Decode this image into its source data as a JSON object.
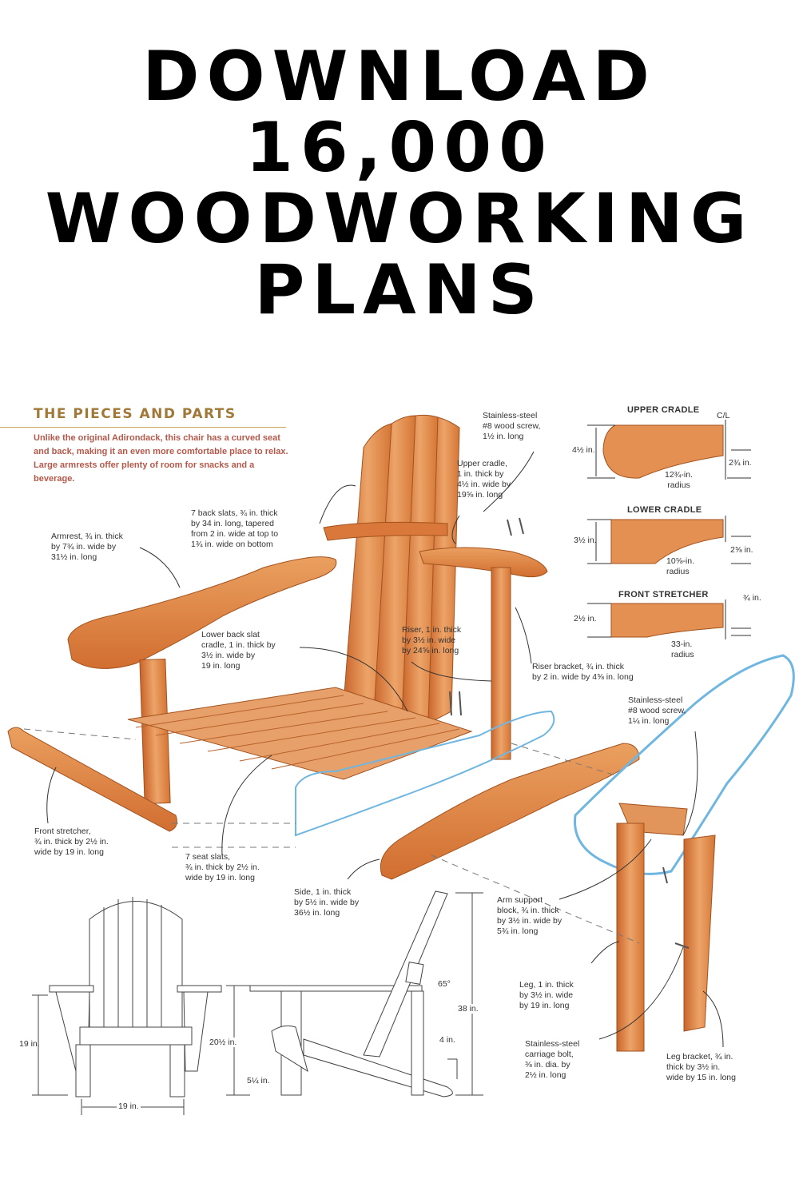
{
  "headline": {
    "lines": [
      "DOWNLOAD",
      "16,000",
      "WOODWORKING",
      "PLANS"
    ]
  },
  "plan": {
    "section_title": "THE PIECES AND PARTS",
    "intro": "Unlike the original Adirondack, this chair has a curved seat and back, making it an even more comfortable place to relax. Large armrests offer plenty of room for snacks and a beverage.",
    "colors": {
      "title": "#a07838",
      "intro_text": "#b5584a",
      "wood": "#d9783a",
      "wood_light": "#eda468",
      "blueprint": "#6fb6e0"
    },
    "callouts": {
      "screw_top": [
        "Stainless-steel",
        "#8 wood screw,",
        "1½ in. long"
      ],
      "upper_cradle": [
        "Upper cradle,",
        "1 in. thick by",
        "4½ in. wide by",
        "19⅝ in. long"
      ],
      "back_slats": [
        "7 back slats, ¾ in. thick",
        "by 34 in. long, tapered",
        "from 2 in. wide at top to",
        "1¾ in. wide on bottom"
      ],
      "armrest": [
        "Armrest, ¾ in. thick",
        "by 7¾ in. wide by",
        "31½ in. long"
      ],
      "lower_back_slat_cradle": [
        "Lower back slat",
        "cradle, 1 in. thick by",
        "3½ in. wide by",
        "19 in. long"
      ],
      "riser": [
        "Riser, 1 in. thick",
        "by 3½ in. wide",
        "by 24⅝ in. long"
      ],
      "riser_bracket": [
        "Riser bracket, ¾ in. thick",
        "by 2 in. wide by 4⅝ in. long"
      ],
      "screw_mid": [
        "Stainless-steel",
        "#8 wood screw,",
        "1¼ in. long"
      ],
      "front_stretcher": [
        "Front stretcher,",
        "¾ in. thick by 2½ in.",
        "wide by 19 in. long"
      ],
      "seat_slats": [
        "7 seat slats,",
        "¾ in. thick by 2½ in.",
        "wide by 19 in. long"
      ],
      "side": [
        "Side, 1 in. thick",
        "by 5½ in. wide by",
        "36½ in. long"
      ],
      "arm_support_block": [
        "Arm support",
        "block, ¾ in. thick",
        "by 3½ in. wide by",
        "5¾ in. long"
      ],
      "leg": [
        "Leg, 1 in. thick",
        "by 3½ in. wide",
        "by 19 in. long"
      ],
      "carriage_bolt": [
        "Stainless-steel",
        "carriage bolt,",
        "⅜ in. dia. by",
        "2½ in. long"
      ],
      "leg_bracket": [
        "Leg bracket, ¾ in.",
        "thick by 3½ in.",
        "wide by 15 in. long"
      ]
    },
    "details": {
      "upper_cradle": {
        "title": "UPPER CRADLE",
        "centerline": "C/L",
        "height": "4½ in.",
        "end_height": "2¾ in.",
        "radius": [
          "12¾-in.",
          "radius"
        ]
      },
      "lower_cradle": {
        "title": "LOWER CRADLE",
        "height": "3½ in.",
        "end_height": "2⅝ in.",
        "radius": [
          "10⅝-in.",
          "radius"
        ]
      },
      "front_stretcher": {
        "title": "FRONT STRETCHER",
        "height": "2½ in.",
        "end_offset": "¾ in.",
        "radius": [
          "33-in.",
          "radius"
        ]
      }
    },
    "elevations": {
      "front": {
        "seat_height": "19 in.",
        "width": "19 in."
      },
      "side": {
        "arm_height": "20½ in.",
        "overall_height": "38 in.",
        "back_angle": "65°",
        "rear_offset": "4 in.",
        "front_offset": "5¼ in."
      }
    }
  }
}
